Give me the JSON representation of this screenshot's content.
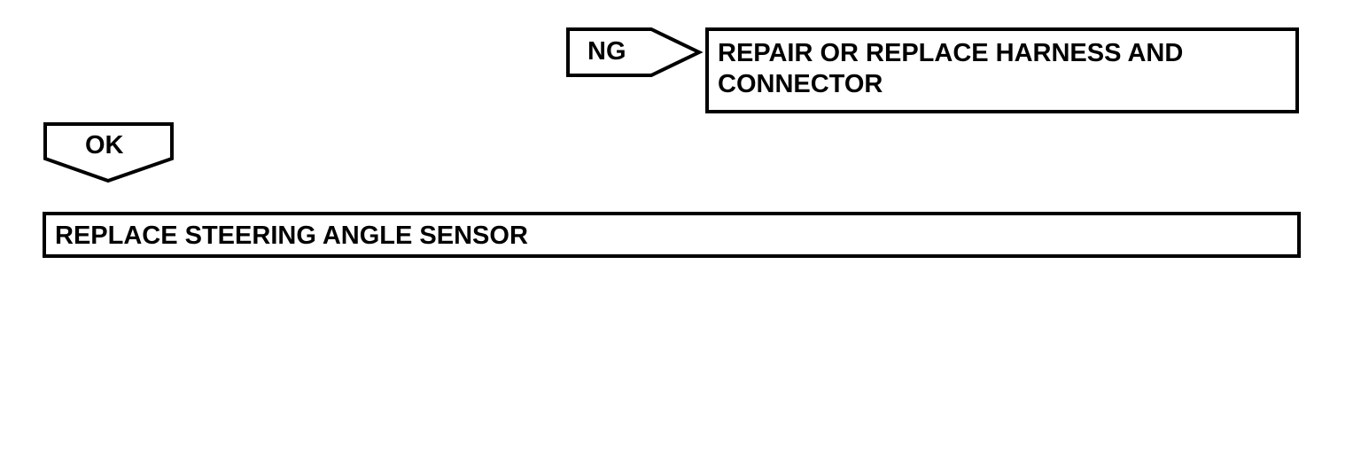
{
  "diagram": {
    "type": "troubleshooting-flowchart",
    "background_color": "#ffffff",
    "line_color": "#000000",
    "text_color": "#000000",
    "connectors": [
      {
        "id": "ng",
        "label": "NG",
        "direction": "right",
        "shape": "pentagon-arrow"
      },
      {
        "id": "ok",
        "label": "OK",
        "direction": "down",
        "shape": "pentagon-arrow"
      }
    ],
    "boxes": [
      {
        "id": "repair-harness",
        "text": "REPAIR OR REPLACE HARNESS AND\nCONNECTOR",
        "shape": "rectangle"
      },
      {
        "id": "replace-sensor",
        "text": "REPLACE STEERING ANGLE SENSOR",
        "shape": "rectangle"
      }
    ]
  }
}
